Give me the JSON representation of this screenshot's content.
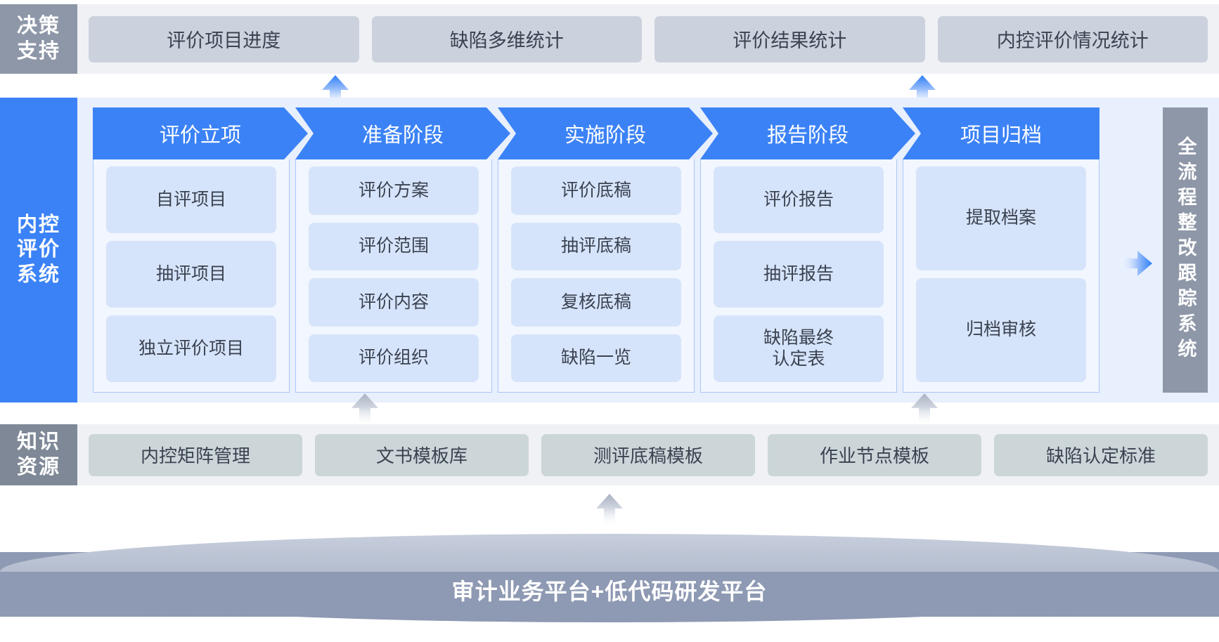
{
  "decision": {
    "label_lines": [
      "决策",
      "支持"
    ],
    "cards": [
      {
        "label": "评价项目进度"
      },
      {
        "label": "缺陷多维统计"
      },
      {
        "label": "评价结果统计"
      },
      {
        "label": "内控评价情况统计"
      }
    ]
  },
  "internal_control": {
    "label_lines": [
      "内控",
      "评价",
      "系统"
    ],
    "stages": [
      {
        "title": "评价立项",
        "items": [
          "自评项目",
          "抽评项目",
          "独立评价项目"
        ]
      },
      {
        "title": "准备阶段",
        "items": [
          "评价方案",
          "评价范围",
          "评价内容",
          "评价组织"
        ]
      },
      {
        "title": "实施阶段",
        "items": [
          "评价底稿",
          "抽评底稿",
          "复核底稿",
          "缺陷一览"
        ]
      },
      {
        "title": "报告阶段",
        "items": [
          "评价报告",
          "抽评报告",
          "缺陷最终\n认定表"
        ]
      },
      {
        "title": "项目归档",
        "items": [
          "提取档案",
          "归档审核"
        ]
      }
    ],
    "rectify_panel": "全流程整改跟踪系统"
  },
  "knowledge": {
    "label_lines": [
      "知识",
      "资源"
    ],
    "cards": [
      {
        "label": "内控矩阵管理"
      },
      {
        "label": "文书模板库"
      },
      {
        "label": "测评底稿模板"
      },
      {
        "label": "作业节点模板"
      },
      {
        "label": "缺陷认定标准"
      }
    ]
  },
  "platform": {
    "label": "审计业务平台+低代码研发平台"
  },
  "colors": {
    "brand_blue": "#3b82f6",
    "decision_gray": "#8e97a8",
    "knowledge_gray": "#7e8896",
    "stage_item_blue": "#d6e4fb",
    "band_light": "#eff1f5",
    "ic_body": "#e8effd",
    "platform_gray": "#8e99b3"
  },
  "arrows": {
    "up_blue_1": "arrow-up-icon",
    "up_blue_2": "arrow-up-icon",
    "up_gray_1": "arrow-up-icon",
    "up_gray_2": "arrow-up-icon",
    "up_gray_3": "arrow-up-icon",
    "right_blue": "arrow-right-icon"
  }
}
